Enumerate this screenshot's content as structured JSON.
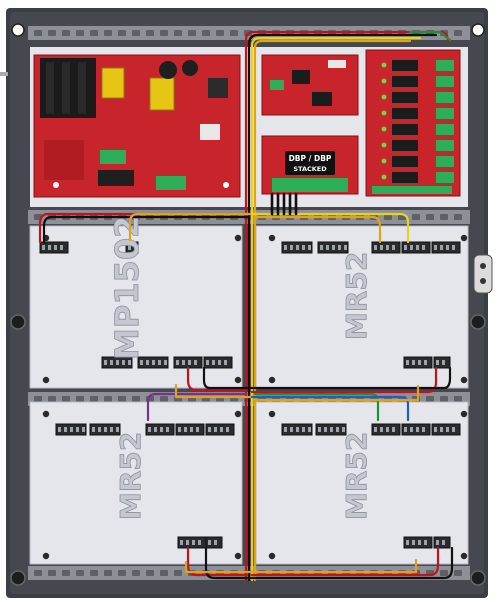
{
  "enclosure": {
    "colors": {
      "frame": "#3b3e43",
      "rail": "#8d9096",
      "plate": "#e4e6ec",
      "pcb": "#c8242b",
      "terminal": "#2fae5a"
    }
  },
  "power_board": {
    "name": "power-supply-board"
  },
  "dbp_board": {
    "label_line1": "DBP / DBP",
    "label_line2": "STACKED"
  },
  "relay_board": {
    "name": "relay-board"
  },
  "modules": [
    {
      "label": "MP1502",
      "pos": "top-left"
    },
    {
      "label": "MR52",
      "pos": "top-right"
    },
    {
      "label": "MR52",
      "pos": "bottom-left"
    },
    {
      "label": "MR52",
      "pos": "bottom-right"
    }
  ],
  "wires": {
    "colors": [
      "#c1121f",
      "#111111",
      "#e0a31a",
      "#e8d21a",
      "#7b2f8e",
      "#1f5fbf",
      "#1f8f3a"
    ]
  }
}
